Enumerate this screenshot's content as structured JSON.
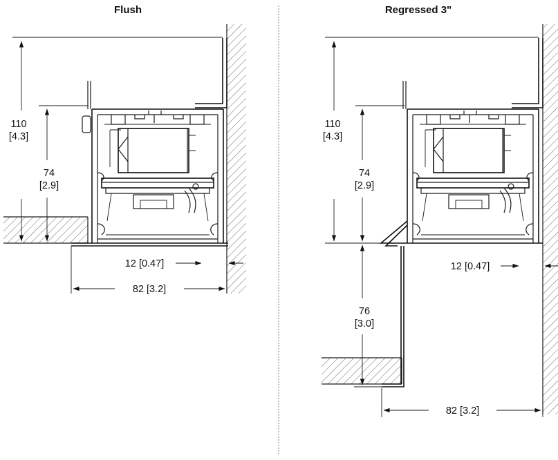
{
  "panels": [
    {
      "title": "Flush",
      "dims": {
        "total_height": [
          "110",
          "[4.3]"
        ],
        "body_height": [
          "74",
          "[2.9]"
        ],
        "offset": "12 [0.47]",
        "width": "82 [3.2]"
      }
    },
    {
      "title": "Regressed 3\"",
      "dims": {
        "total_height": [
          "110",
          "[4.3]"
        ],
        "body_height": [
          "74",
          "[2.9]"
        ],
        "regress": [
          "76",
          "[3.0]"
        ],
        "offset": "12 [0.47]",
        "width": "82 [3.2]"
      }
    }
  ],
  "colors": {
    "line": "#1a1a1a",
    "hatch": "#6a6a6a",
    "divider": "#7a7a7a"
  }
}
